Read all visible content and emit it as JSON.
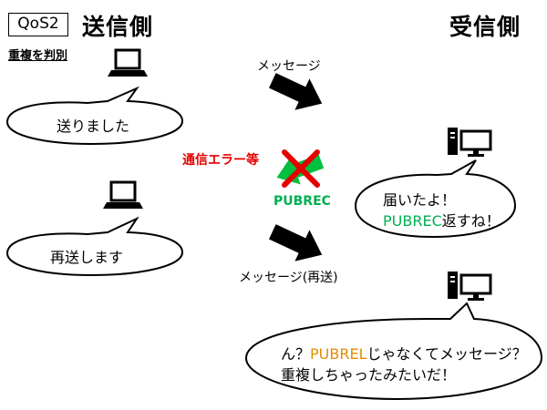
{
  "qos_label": "QoS2",
  "sender_title": "送信側",
  "receiver_title": "受信側",
  "detect_label": "重複を判別",
  "arrow_labels": {
    "message": "メッセージ",
    "resend": "メッセージ(再送)",
    "error": "通信エラー等",
    "pubrec": "PUBREC"
  },
  "bubbles": {
    "sent": "送りました",
    "resend": "再送します",
    "received_line1": "届いたよ！",
    "received_line2_code": "PUBREC",
    "received_line2_rest": "返すね！",
    "dup_line1_pre": "ん？",
    "dup_line1_code": "PUBREL",
    "dup_line1_post": "じゃなくてメッセージ？",
    "dup_line2": "重複しちゃったみたいだ！"
  },
  "colors": {
    "error_red": "#e60000",
    "pubrec_green": "#00b050",
    "pubrel_orange": "#e38b00"
  },
  "icons": [
    "laptop-icon",
    "desktop-pc-icon",
    "arrow-icon",
    "red-x-icon"
  ]
}
